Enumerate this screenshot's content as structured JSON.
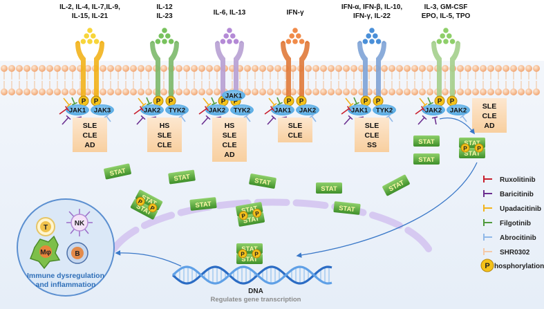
{
  "receptors": [
    {
      "ligands": [
        "IL-2, IL-4, IL-7,IL-9,",
        "IL-15, IL-21"
      ],
      "jaks": [
        "JAK1",
        "JAK3"
      ],
      "diseases": [
        "SLE",
        "CLE",
        "AD"
      ],
      "color": "#f2b31b",
      "ligand_color": "#f7d53a"
    },
    {
      "ligands": [
        "IL-12",
        "IL-23"
      ],
      "jaks": [
        "JAK2",
        "TYK2"
      ],
      "diseases": [
        "HS",
        "SLE",
        "CLE"
      ],
      "color": "#7cb96a",
      "ligand_color": "#78c25d"
    },
    {
      "ligands": [
        "IL-6, IL-13"
      ],
      "jaks": [
        "JAK2",
        "TYK2",
        "JAK1"
      ],
      "diseases": [
        "HS",
        "SLE",
        "CLE",
        "AD"
      ],
      "color": "#b7a0d3",
      "ligand_color": "#b48ad6"
    },
    {
      "ligands": [
        "IFN-γ"
      ],
      "jaks": [
        "JAK1",
        "JAK2"
      ],
      "diseases": [
        "SLE",
        "CLE"
      ],
      "color": "#e07a3a",
      "ligand_color": "#f08b4a"
    },
    {
      "ligands": [
        "IFN-α, IFN-β, IL-10,",
        "IFN-γ, IL-22"
      ],
      "jaks": [
        "JAK1",
        "TYK2"
      ],
      "diseases": [
        "SLE",
        "CLE",
        "SS"
      ],
      "color": "#7ea3d6",
      "ligand_color": "#4a8fd8"
    },
    {
      "ligands": [
        "IL-3, GM-CSF",
        "EPO, IL-5, TPO"
      ],
      "jaks": [
        "JAK2",
        "JAK2"
      ],
      "diseases": [
        "SLE",
        "CLE",
        "AD"
      ],
      "color": "#a4cf8c",
      "ligand_color": "#8fcf6a"
    }
  ],
  "stat_label": "STAT",
  "phospho_label": "P",
  "cells": [
    "T",
    "NK",
    "Mφ",
    "B"
  ],
  "immune_text": [
    "Immune dysregulation",
    "and inflammation"
  ],
  "dna_label": "DNA",
  "dna_sublabel": "Regulates gene transcription",
  "legend": [
    {
      "label": "Ruxolitinib",
      "color": "#c81e2c"
    },
    {
      "label": "Baricitinib",
      "color": "#6a2d8f"
    },
    {
      "label": "Upadacitinib",
      "color": "#f2b31b"
    },
    {
      "label": "Filgotinib",
      "color": "#4f9a3c"
    },
    {
      "label": "Abrocitinib",
      "color": "#8fb8e8"
    },
    {
      "label": "SHR0302",
      "color": "#f5c9a8"
    }
  ],
  "phospho_legend": "hosphorylation"
}
